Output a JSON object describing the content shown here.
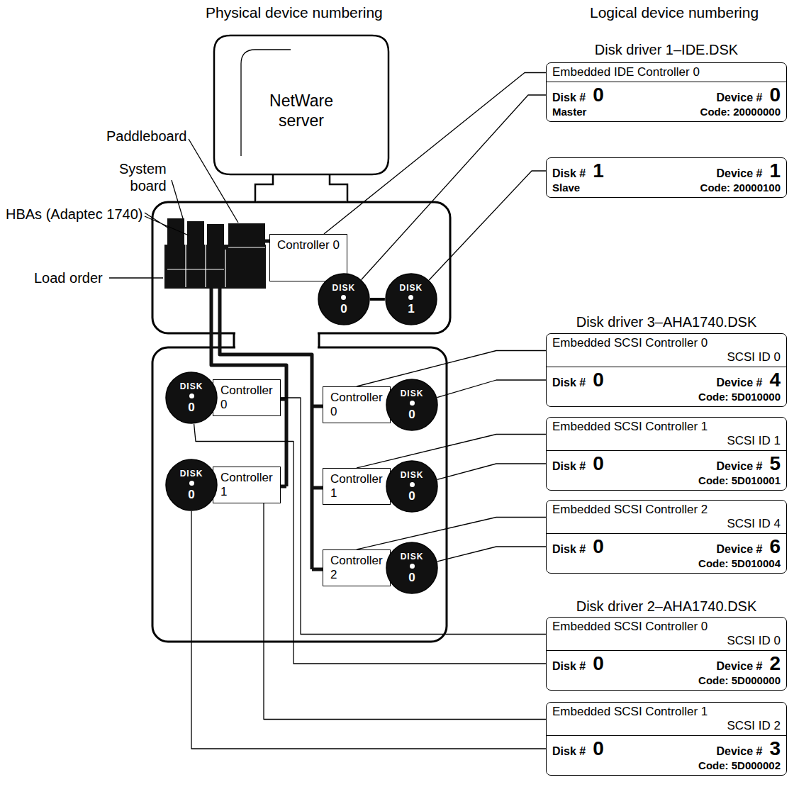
{
  "diagram": {
    "nodes": [
      {
        "text": [
          "NetWare server"
        ]
      },
      {
        "text": [
          "Controller 0"
        ]
      },
      {
        "text": [
          "DISK",
          "0"
        ]
      },
      {
        "text": [
          "DISK",
          "1"
        ]
      },
      {
        "text": [
          "Controller 0"
        ]
      },
      {
        "text": [
          "DISK",
          "0"
        ]
      },
      {
        "text": [
          "Controller 1"
        ]
      },
      {
        "text": [
          "DISK",
          "0"
        ]
      },
      {
        "text": [
          "Controller 0"
        ]
      },
      {
        "text": [
          "DISK",
          "0"
        ]
      },
      {
        "text": [
          "Controller 1"
        ]
      },
      {
        "text": [
          "DISK",
          "0"
        ]
      },
      {
        "text": [
          "Controller 2"
        ]
      },
      {
        "text": [
          "DISK",
          "0"
        ]
      },
      {
        "text": [
          "Embedded IDE Controller 0",
          "Disk #",
          "0",
          "Master",
          "Device #",
          "0",
          "Code: 20000000"
        ]
      },
      {
        "text": [
          "Disk #",
          "1",
          "Slave",
          "Device #",
          "1",
          "Code: 20000100"
        ]
      },
      {
        "text": [
          "Embedded SCSI Controller 0",
          "SCSI ID 0",
          "Disk #",
          "0",
          "Device #",
          "4",
          "Code: 5D010000"
        ]
      },
      {
        "text": [
          "Embedded SCSI Controller 1",
          "SCSI ID 1",
          "Disk #",
          "0",
          "Device #",
          "5",
          "Code: 5D010001"
        ]
      },
      {
        "text": [
          "Embedded SCSI Controller 2",
          "SCSI ID 4",
          "Disk #",
          "0",
          "Device #",
          "6",
          "Code: 5D010004"
        ]
      },
      {
        "text": [
          "Embedded SCSI Controller 0",
          "SCSI ID 0",
          "Disk #",
          "0",
          "Device #",
          "2",
          "Code: 5D000000"
        ]
      },
      {
        "text": [
          "Embedded SCSI Controller 1",
          "SCSI ID 2",
          "Disk #",
          "0",
          "Device #",
          "3",
          "Code: 5D000002"
        ]
      }
    ],
    "edges": [
      {
        "from": 14,
        "to": 1,
        "arrow": "none"
      },
      {
        "from": 14,
        "to": 2,
        "arrow": "none"
      },
      {
        "from": 15,
        "to": 3,
        "arrow": "none"
      },
      {
        "from": 16,
        "to": 8,
        "arrow": "none"
      },
      {
        "from": 16,
        "to": 9,
        "arrow": "none"
      },
      {
        "from": 17,
        "to": 10,
        "arrow": "none"
      },
      {
        "from": 17,
        "to": 11,
        "arrow": "none"
      },
      {
        "from": 18,
        "to": 12,
        "arrow": "none"
      },
      {
        "from": 18,
        "to": 13,
        "arrow": "none"
      },
      {
        "from": 19,
        "to": 4,
        "arrow": "none"
      },
      {
        "from": 19,
        "to": 5,
        "arrow": "none"
      },
      {
        "from": 20,
        "to": 6,
        "arrow": "none"
      },
      {
        "from": 20,
        "to": 7,
        "arrow": "none"
      },
      {
        "from": 2,
        "to": 3,
        "arrow": "none"
      }
    ],
    "labels": [
      "Physical device numbering",
      "Logical device numbering",
      "Paddleboard",
      "System board",
      "HBAs (Adaptec 1740)",
      "Load order",
      "Disk driver 1–IDE.DSK",
      "Disk driver 3–AHA1740.DSK",
      "Disk driver 2–AHA1740.DSK"
    ]
  }
}
